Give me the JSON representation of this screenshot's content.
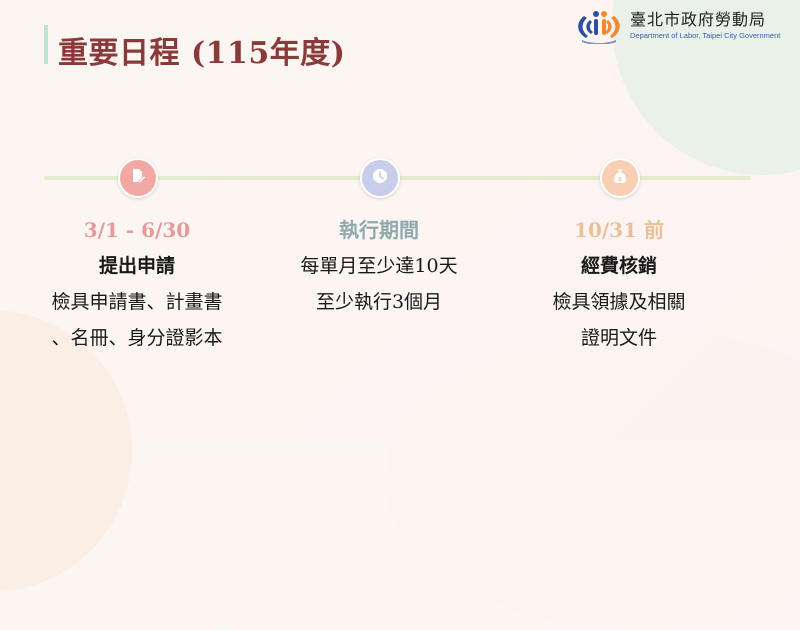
{
  "slide": {
    "title": "重要日程 (115年度)",
    "colors": {
      "title": "#8b3a3a",
      "accent_bar": "#bfe3d2",
      "timeline": "#e3edcc"
    }
  },
  "logo": {
    "name_zh": "臺北市政府勞動局",
    "name_en": "Department of Labor, Taipei City Government",
    "colors": {
      "blue": "#2d4ea2",
      "orange": "#f08a2c"
    }
  },
  "timeline": [
    {
      "icon": "document-edit-icon",
      "icon_color": "#f2a9a5",
      "date": "3/1 - 6/30",
      "date_color": "#e89a9a",
      "heading": "提出申請",
      "lines": [
        "檢具申請書、計畫書",
        "、名冊、身分證影本"
      ]
    },
    {
      "icon": "clock-icon",
      "icon_color": "#c8cdeb",
      "date": "執行期間",
      "date_color": "#8fa9ad",
      "heading": "",
      "lines": [
        "每單月至少達10天",
        "至少執行3個月"
      ]
    },
    {
      "icon": "money-bag-icon",
      "icon_color": "#f8cfb3",
      "date": "10/31 前",
      "date_color": "#e9c09a",
      "heading": "經費核銷",
      "lines": [
        "檢具領據及相關",
        "證明文件"
      ]
    }
  ]
}
